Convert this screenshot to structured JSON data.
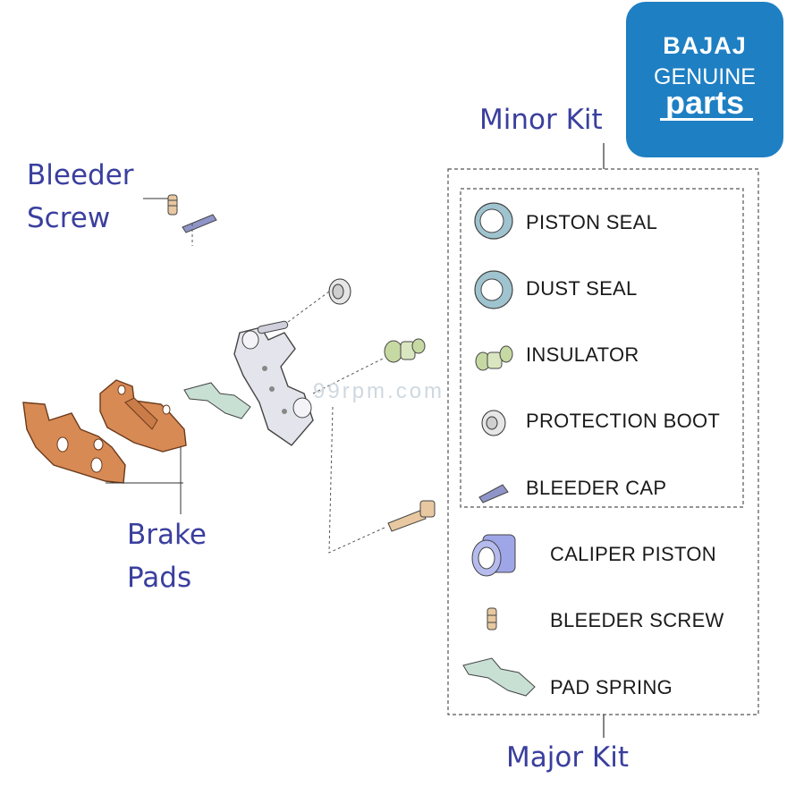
{
  "logo": {
    "brand": "BAJAJ",
    "line2": "GENUINE",
    "line3": "parts",
    "bg_color": "#1e7fc3"
  },
  "watermark": "99rpm.com",
  "callouts": {
    "minor_kit": "Minor Kit",
    "major_kit": "Major Kit",
    "bleeder_screw": [
      "Bleeder",
      "Screw"
    ],
    "brake_pads": [
      "Brake",
      "Pads"
    ]
  },
  "minor_kit_items": [
    {
      "label": "PISTON SEAL",
      "icon": "piston-seal-icon"
    },
    {
      "label": "DUST SEAL",
      "icon": "dust-seal-icon"
    },
    {
      "label": "INSULATOR",
      "icon": "insulator-icon"
    },
    {
      "label": "PROTECTION BOOT",
      "icon": "protection-boot-icon"
    },
    {
      "label": "BLEEDER CAP",
      "icon": "bleeder-cap-icon"
    }
  ],
  "major_kit_items": [
    {
      "label": "CALIPER PISTON",
      "icon": "caliper-piston-icon"
    },
    {
      "label": "BLEEDER SCREW",
      "icon": "bleeder-screw-icon"
    },
    {
      "label": "PAD SPRING",
      "icon": "pad-spring-icon"
    }
  ],
  "colors": {
    "callout_text": "#3a3f9e",
    "pad_copper": "#d88a55",
    "seal_blue": "#9fc4cf",
    "insulator_green": "#c7d9a3"
  }
}
